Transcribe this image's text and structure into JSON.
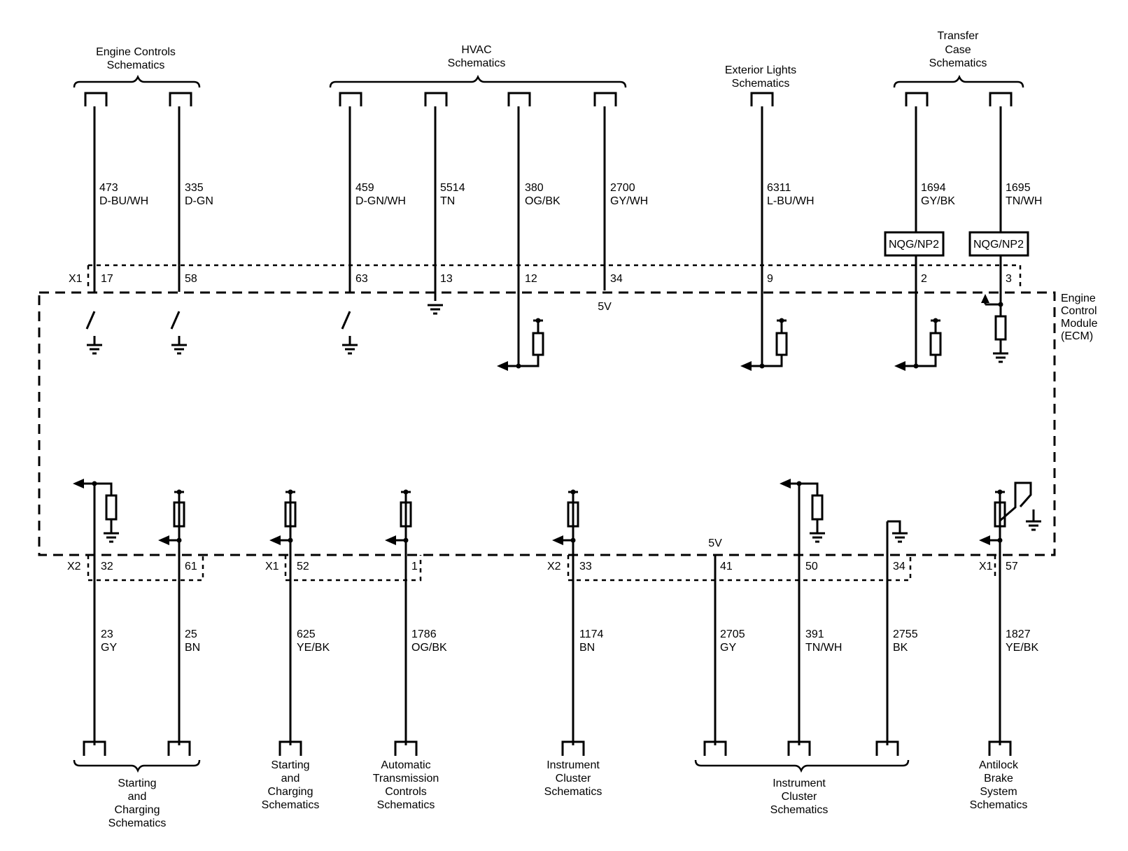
{
  "module": {
    "name_lines": [
      "Engine",
      "Control",
      "Module",
      "(ECM)"
    ]
  },
  "top_groups": [
    {
      "lines": [
        "Engine Controls",
        "Schematics"
      ]
    },
    {
      "lines": [
        "HVAC",
        "Schematics"
      ]
    },
    {
      "lines": [
        "Exterior Lights",
        "Schematics"
      ]
    },
    {
      "lines": [
        "Transfer",
        "Case",
        "Schematics"
      ]
    }
  ],
  "bottom_groups": [
    {
      "lines": [
        "Starting",
        "and",
        "Charging",
        "Schematics"
      ]
    },
    {
      "lines": [
        "Starting",
        "and",
        "Charging",
        "Schematics"
      ]
    },
    {
      "lines": [
        "Automatic",
        "Transmission",
        "Controls",
        "Schematics"
      ]
    },
    {
      "lines": [
        "Instrument",
        "Cluster",
        "Schematics"
      ]
    },
    {
      "lines": [
        "Instrument",
        "Cluster",
        "Schematics"
      ]
    },
    {
      "lines": [
        "Antilock",
        "Brake",
        "System",
        "Schematics"
      ]
    }
  ],
  "connectors": {
    "top": [
      "X1"
    ],
    "bottom": [
      "X2",
      "X1",
      "X2",
      "X1"
    ]
  },
  "top_circuits": [
    {
      "circuit": "473",
      "color": "D-BU/WH",
      "pin": "17"
    },
    {
      "circuit": "335",
      "color": "D-GN",
      "pin": "58"
    },
    {
      "circuit": "459",
      "color": "D-GN/WH",
      "pin": "63"
    },
    {
      "circuit": "5514",
      "color": "TN",
      "pin": "13"
    },
    {
      "circuit": "380",
      "color": "OG/BK",
      "pin": "12"
    },
    {
      "circuit": "2700",
      "color": "GY/WH",
      "pin": "34"
    },
    {
      "circuit": "6311",
      "color": "L-BU/WH",
      "pin": "9"
    },
    {
      "circuit": "1694",
      "color": "GY/BK",
      "pin": "2",
      "option": "NQG/NP2"
    },
    {
      "circuit": "1695",
      "color": "TN/WH",
      "pin": "3",
      "option": "NQG/NP2"
    }
  ],
  "bottom_circuits": [
    {
      "circuit": "23",
      "color": "GY",
      "pin": "32"
    },
    {
      "circuit": "25",
      "color": "BN",
      "pin": "61"
    },
    {
      "circuit": "625",
      "color": "YE/BK",
      "pin": "52"
    },
    {
      "circuit": "1786",
      "color": "OG/BK",
      "pin": "1"
    },
    {
      "circuit": "1174",
      "color": "BN",
      "pin": "33"
    },
    {
      "circuit": "2705",
      "color": "GY",
      "pin": "41"
    },
    {
      "circuit": "391",
      "color": "TN/WH",
      "pin": "50"
    },
    {
      "circuit": "2755",
      "color": "BK",
      "pin": "34"
    },
    {
      "circuit": "1827",
      "color": "YE/BK",
      "pin": "57"
    }
  ],
  "voltage_labels": [
    "5V",
    "5V"
  ]
}
